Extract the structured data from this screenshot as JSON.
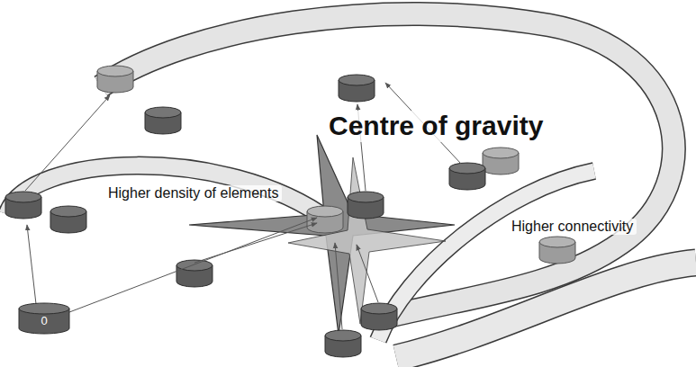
{
  "diagram": {
    "nodes": [
      {
        "text": [
          "0"
        ]
      }
    ],
    "labels": [
      "Centre of gravity",
      "Higher density of elements",
      "Higher connectivity"
    ]
  }
}
